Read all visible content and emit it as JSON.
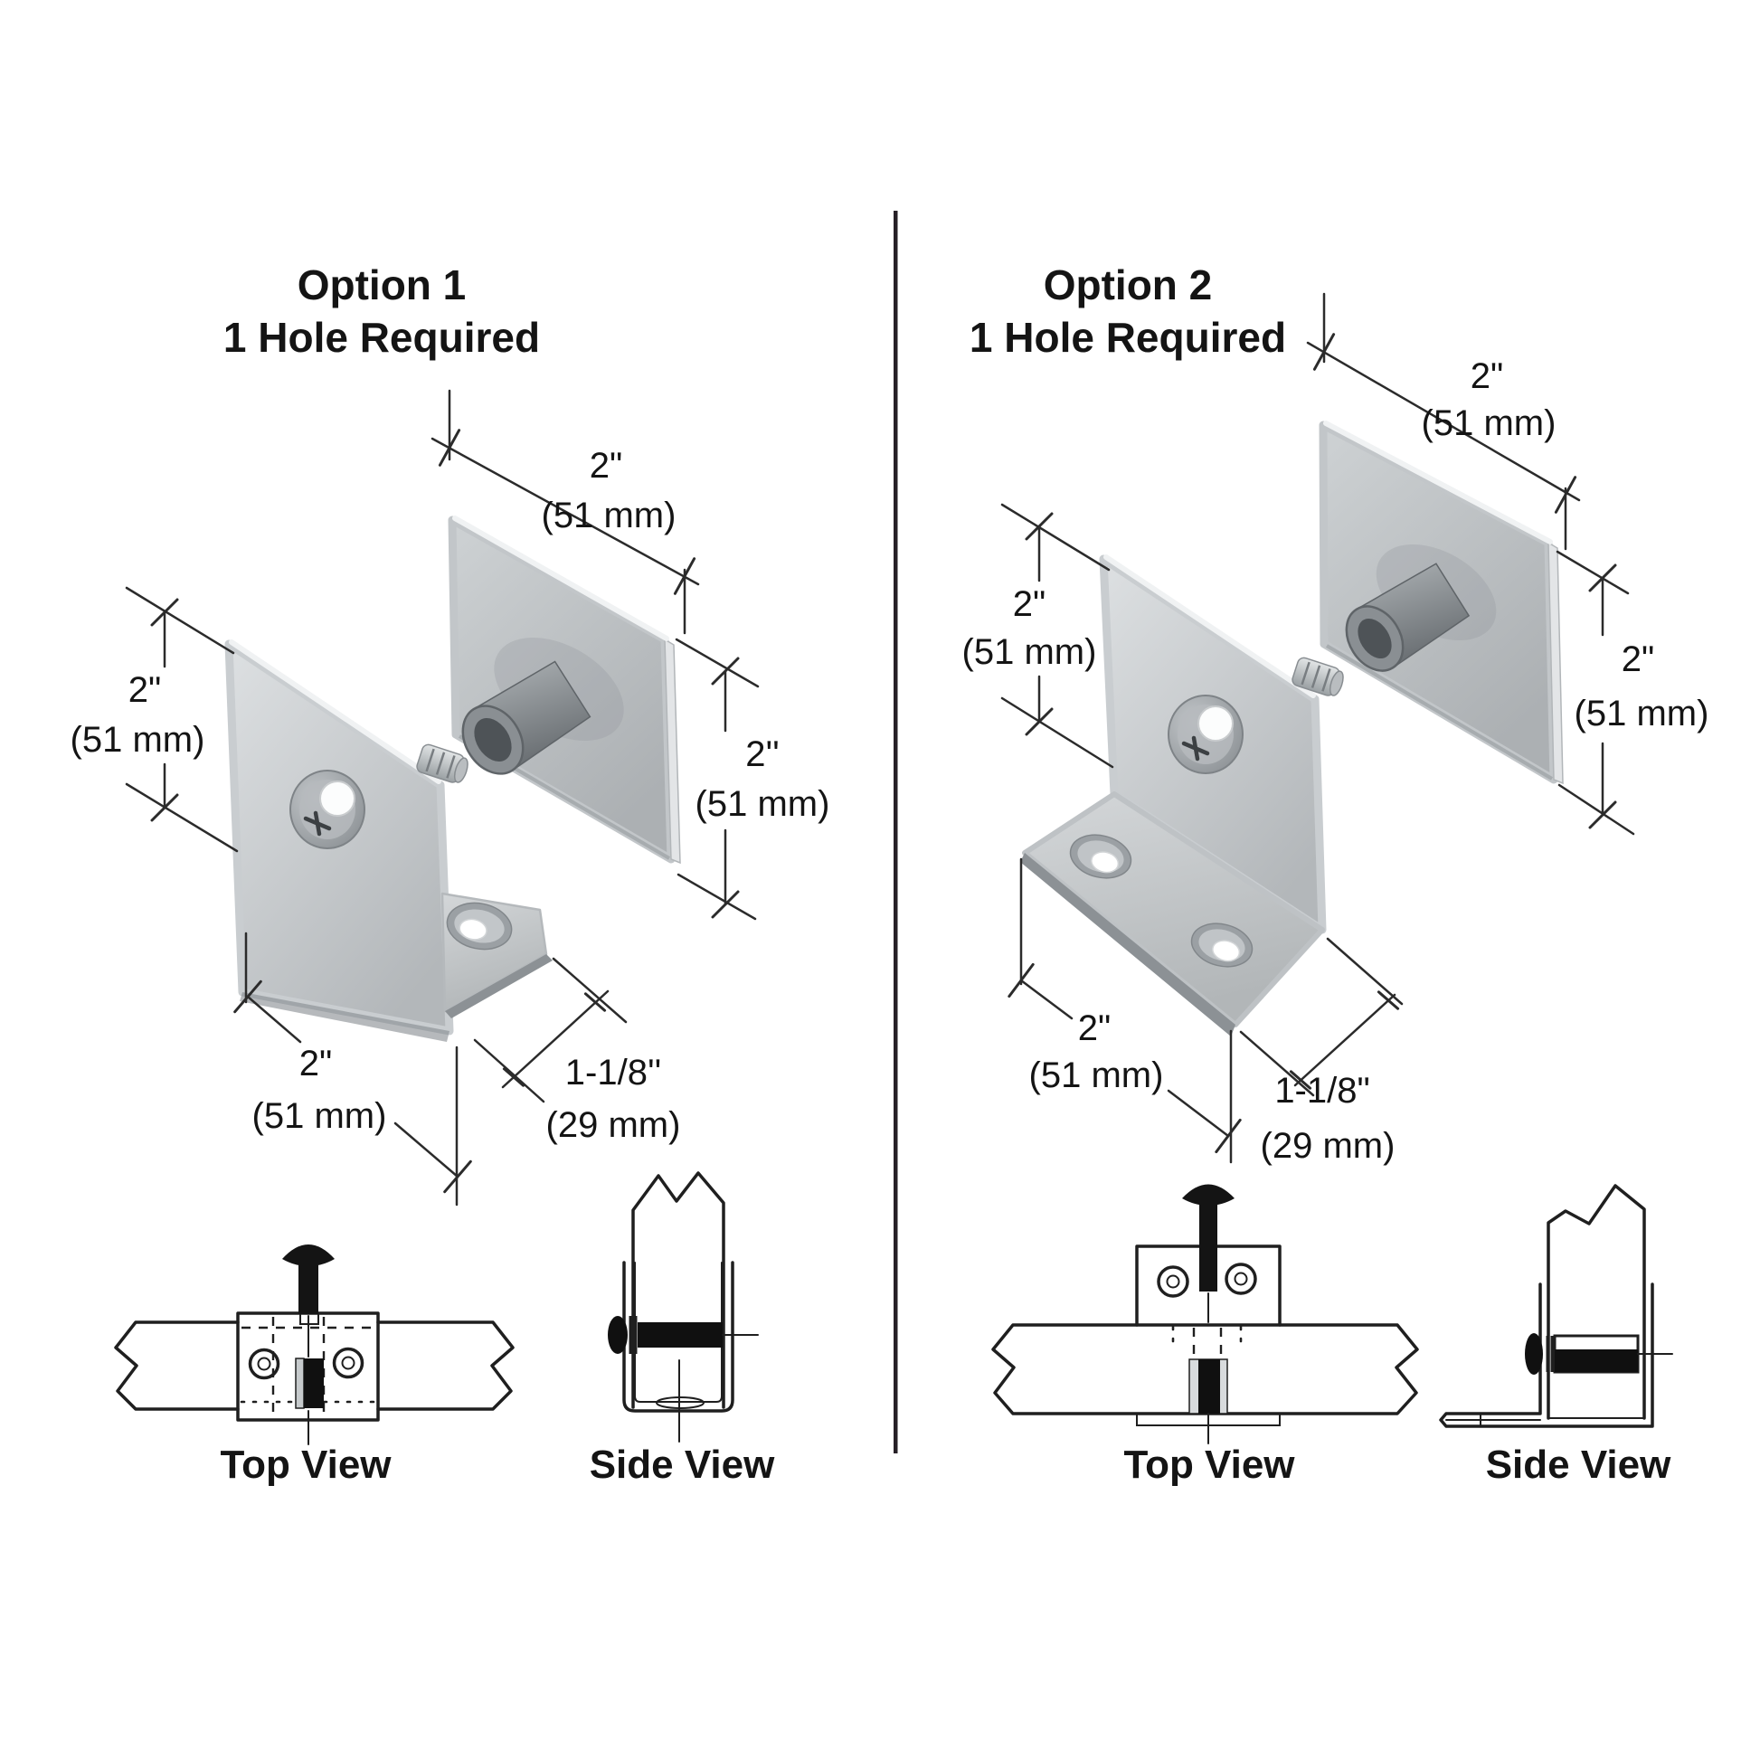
{
  "page": {
    "background": "#ffffff",
    "divider_color": "#262026",
    "metal_light": "#d8dbdd",
    "metal_mid": "#bfc3c6",
    "metal_dark": "#6c7175",
    "line_color": "#1f1f1f"
  },
  "option1": {
    "title_line1": "Option 1",
    "title_line2": "1 Hole Required",
    "dim_top_in": "2\"",
    "dim_top_mm": "(51 mm)",
    "dim_left_in": "2\"",
    "dim_left_mm": "(51 mm)",
    "dim_right_in": "2''",
    "dim_right_mm": "(51 mm)",
    "dim_width_in": "2\"",
    "dim_width_mm": "(51 mm)",
    "dim_depth_in": "1-1/8''",
    "dim_depth_mm": "(29 mm)",
    "top_view_label": "Top View",
    "side_view_label": "Side View"
  },
  "option2": {
    "title_line1": "Option 2",
    "title_line2": "1 Hole Required",
    "dim_top_in": "2\"",
    "dim_top_mm": "(51 mm)",
    "dim_left_in": "2\"",
    "dim_left_mm": "(51 mm)",
    "dim_right_in": "2\"",
    "dim_right_mm": "(51 mm)",
    "dim_width_in": "2\"",
    "dim_width_mm": "(51 mm)",
    "dim_depth_in": "1-1/8\"",
    "dim_depth_mm": "(29 mm)",
    "top_view_label": "Top View",
    "side_view_label": "Side View"
  }
}
